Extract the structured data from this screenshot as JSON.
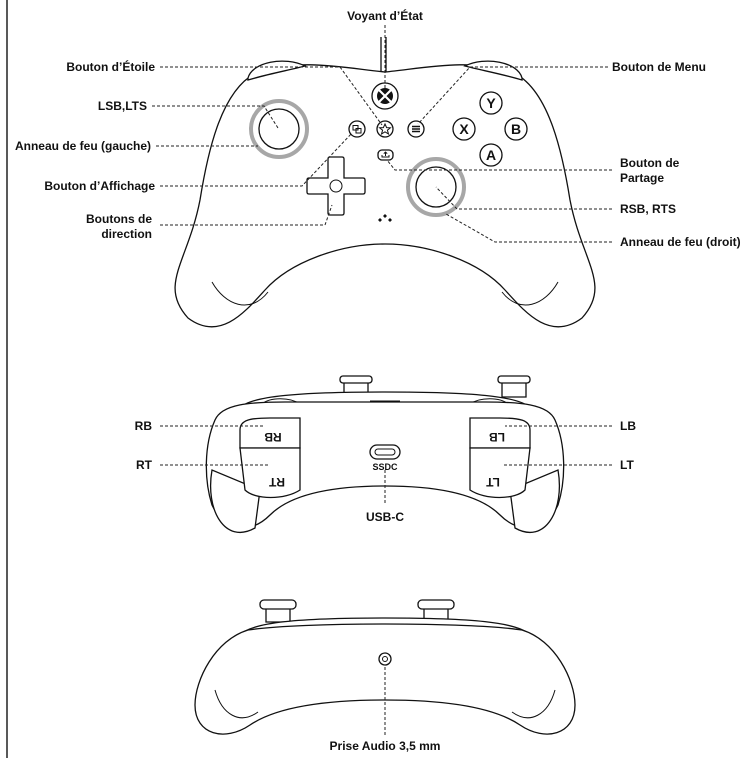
{
  "top_view": {
    "labels": {
      "status_light": "Voyant d’État",
      "star_button": "Bouton d’Étoile",
      "menu_button": "Bouton de Menu",
      "lsb_lts": "LSB,LTS",
      "fire_ring_left": "Anneau de feu (gauche)",
      "view_button": "Bouton d’Affichage",
      "dpad_line1": "Boutons de",
      "dpad_line2": "direction",
      "share_line1": "Bouton de",
      "share_line2": "Partage",
      "rsb_rts": "RSB, RTS",
      "fire_ring_right": "Anneau de feu (droit)"
    },
    "face_buttons": {
      "y": "Y",
      "x": "X",
      "b": "B",
      "a": "A"
    }
  },
  "back_view": {
    "labels": {
      "rb": "RB",
      "rt": "RT",
      "lb": "LB",
      "lt": "LT",
      "usb_c": "USB-C"
    },
    "shoulder_text": {
      "rb": "RB",
      "rt": "RT",
      "lb": "LB",
      "lt": "LT"
    },
    "port_legend": "SSDC"
  },
  "bottom_view": {
    "labels": {
      "audio_jack": "Prise Audio 3,5 mm"
    }
  }
}
